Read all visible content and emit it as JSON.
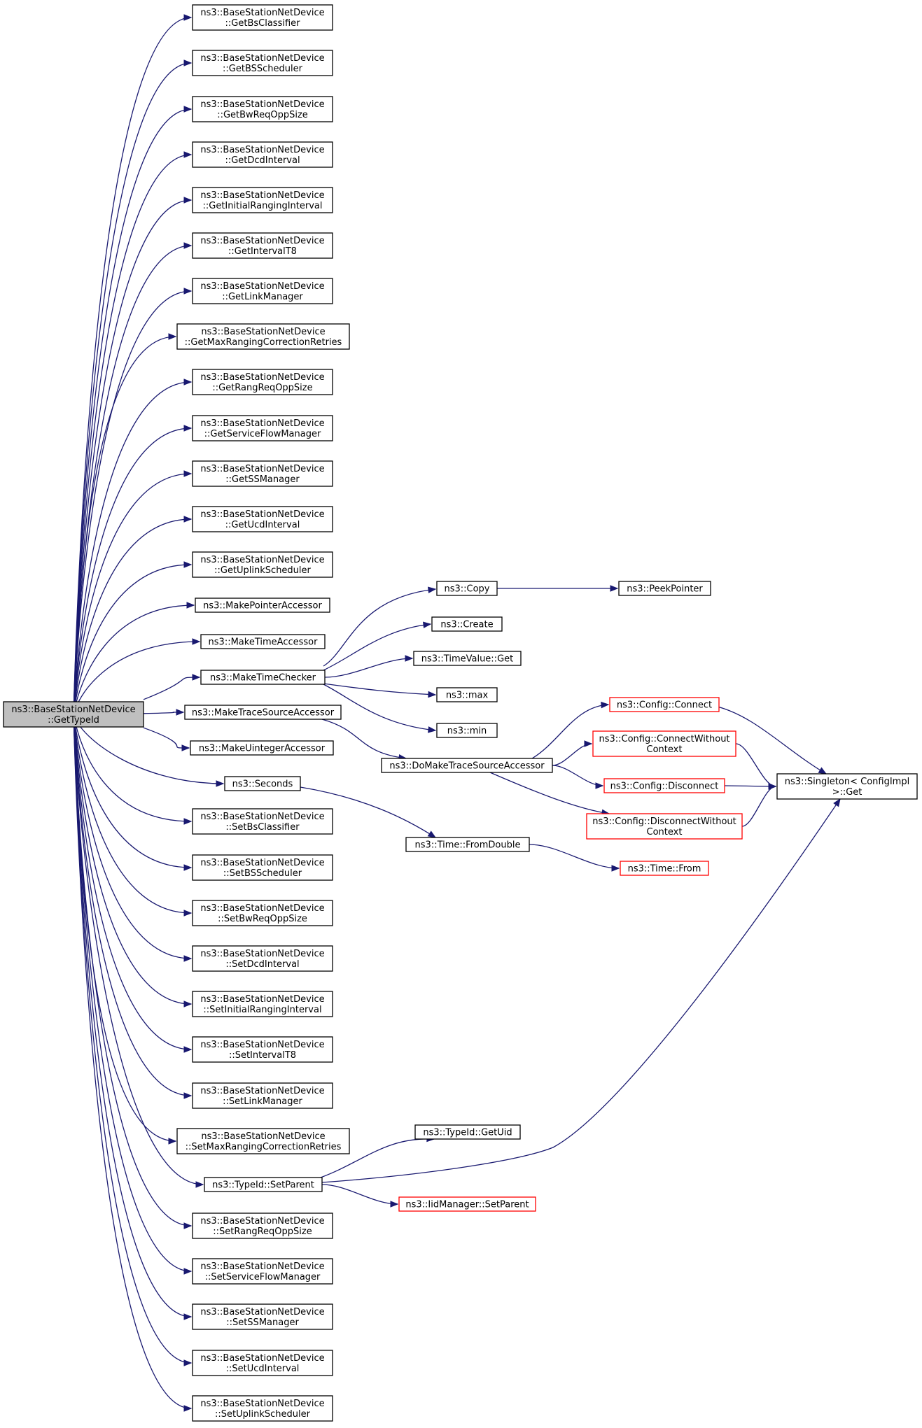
{
  "colors": {
    "edge": "#191970",
    "border": "#000000",
    "border_truncated": "#ff0000",
    "root_fill": "#bfbfbf",
    "fill": "#ffffff"
  },
  "root": {
    "line1": "ns3::BaseStationNetDevice",
    "line2": "::GetTypeId"
  },
  "nodes": [
    {
      "id": "getbsclassifier",
      "lines": [
        "ns3::BaseStationNetDevice",
        "::GetBsClassifier"
      ]
    },
    {
      "id": "getbsscheduler",
      "lines": [
        "ns3::BaseStationNetDevice",
        "::GetBSScheduler"
      ]
    },
    {
      "id": "getbwreqoppsize",
      "lines": [
        "ns3::BaseStationNetDevice",
        "::GetBwReqOppSize"
      ]
    },
    {
      "id": "getdcdinterval",
      "lines": [
        "ns3::BaseStationNetDevice",
        "::GetDcdInterval"
      ]
    },
    {
      "id": "getinitialranginginterval",
      "lines": [
        "ns3::BaseStationNetDevice",
        "::GetInitialRangingInterval"
      ]
    },
    {
      "id": "getintervalt8",
      "lines": [
        "ns3::BaseStationNetDevice",
        "::GetIntervalT8"
      ]
    },
    {
      "id": "getlinkmanager",
      "lines": [
        "ns3::BaseStationNetDevice",
        "::GetLinkManager"
      ]
    },
    {
      "id": "getmaxrangingcorrectionretries",
      "lines": [
        "ns3::BaseStationNetDevice",
        "::GetMaxRangingCorrectionRetries"
      ]
    },
    {
      "id": "getrangreqoppsize",
      "lines": [
        "ns3::BaseStationNetDevice",
        "::GetRangReqOppSize"
      ]
    },
    {
      "id": "getserviceflowmanager",
      "lines": [
        "ns3::BaseStationNetDevice",
        "::GetServiceFlowManager"
      ]
    },
    {
      "id": "getssmanager",
      "lines": [
        "ns3::BaseStationNetDevice",
        "::GetSSManager"
      ]
    },
    {
      "id": "getucdinterval",
      "lines": [
        "ns3::BaseStationNetDevice",
        "::GetUcdInterval"
      ]
    },
    {
      "id": "getuplinkscheduler",
      "lines": [
        "ns3::BaseStationNetDevice",
        "::GetUplinkScheduler"
      ]
    },
    {
      "id": "makepointeraccessor",
      "lines": [
        "ns3::MakePointerAccessor"
      ]
    },
    {
      "id": "maketimeaccessor",
      "lines": [
        "ns3::MakeTimeAccessor"
      ]
    },
    {
      "id": "maketimechecker",
      "lines": [
        "ns3::MakeTimeChecker"
      ]
    },
    {
      "id": "maketracesourceaccessor",
      "lines": [
        "ns3::MakeTraceSourceAccessor"
      ]
    },
    {
      "id": "makeuintegeraccessor",
      "lines": [
        "ns3::MakeUintegerAccessor"
      ]
    },
    {
      "id": "seconds",
      "lines": [
        "ns3::Seconds"
      ]
    },
    {
      "id": "setbsclassifier",
      "lines": [
        "ns3::BaseStationNetDevice",
        "::SetBsClassifier"
      ]
    },
    {
      "id": "setbsscheduler",
      "lines": [
        "ns3::BaseStationNetDevice",
        "::SetBSScheduler"
      ]
    },
    {
      "id": "setbwreqoppsize",
      "lines": [
        "ns3::BaseStationNetDevice",
        "::SetBwReqOppSize"
      ]
    },
    {
      "id": "setdcdinterval",
      "lines": [
        "ns3::BaseStationNetDevice",
        "::SetDcdInterval"
      ]
    },
    {
      "id": "setinitialranginginterval",
      "lines": [
        "ns3::BaseStationNetDevice",
        "::SetInitialRangingInterval"
      ]
    },
    {
      "id": "setintervalt8",
      "lines": [
        "ns3::BaseStationNetDevice",
        "::SetIntervalT8"
      ]
    },
    {
      "id": "setlinkmanager",
      "lines": [
        "ns3::BaseStationNetDevice",
        "::SetLinkManager"
      ]
    },
    {
      "id": "setmaxrangingcorrectionretries",
      "lines": [
        "ns3::BaseStationNetDevice",
        "::SetMaxRangingCorrectionRetries"
      ]
    },
    {
      "id": "typeid-setparent",
      "lines": [
        "ns3::TypeId::SetParent"
      ]
    },
    {
      "id": "setrangreqoppsize",
      "lines": [
        "ns3::BaseStationNetDevice",
        "::SetRangReqOppSize"
      ]
    },
    {
      "id": "setserviceflowmanager",
      "lines": [
        "ns3::BaseStationNetDevice",
        "::SetServiceFlowManager"
      ]
    },
    {
      "id": "setssmanager",
      "lines": [
        "ns3::BaseStationNetDevice",
        "::SetSSManager"
      ]
    },
    {
      "id": "setucdinterval",
      "lines": [
        "ns3::BaseStationNetDevice",
        "::SetUcdInterval"
      ]
    },
    {
      "id": "setuplinkscheduler",
      "lines": [
        "ns3::BaseStationNetDevice",
        "::SetUplinkScheduler"
      ]
    },
    {
      "id": "copy",
      "lines": [
        "ns3::Copy"
      ]
    },
    {
      "id": "create",
      "lines": [
        "ns3::Create"
      ]
    },
    {
      "id": "timevalue-get",
      "lines": [
        "ns3::TimeValue::Get"
      ]
    },
    {
      "id": "max",
      "lines": [
        "ns3::max"
      ]
    },
    {
      "id": "min",
      "lines": [
        "ns3::min"
      ]
    },
    {
      "id": "peekpointer",
      "lines": [
        "ns3::PeekPointer"
      ]
    },
    {
      "id": "domaketracesourceaccessor",
      "lines": [
        "ns3::DoMakeTraceSourceAccessor"
      ]
    },
    {
      "id": "time-fromdouble",
      "lines": [
        "ns3::Time::FromDouble"
      ]
    },
    {
      "id": "typeid-getuid",
      "lines": [
        "ns3::TypeId::GetUid"
      ]
    },
    {
      "id": "iidmanager-setparent",
      "lines": [
        "ns3::IidManager::SetParent"
      ],
      "truncated": true
    },
    {
      "id": "config-connect",
      "lines": [
        "ns3::Config::Connect"
      ],
      "truncated": true
    },
    {
      "id": "config-connectwithoutcontext",
      "lines": [
        "ns3::Config::ConnectWithout",
        "Context"
      ],
      "truncated": true
    },
    {
      "id": "config-disconnect",
      "lines": [
        "ns3::Config::Disconnect"
      ],
      "truncated": true
    },
    {
      "id": "config-disconnectwithoutcontext",
      "lines": [
        "ns3::Config::DisconnectWithout",
        "Context"
      ],
      "truncated": true
    },
    {
      "id": "time-from",
      "lines": [
        "ns3::Time::From"
      ],
      "truncated": true
    },
    {
      "id": "singleton-configimpl-get",
      "lines": [
        "ns3::Singleton< ConfigImpl",
        " >::Get"
      ]
    }
  ],
  "edges": [
    [
      "root",
      "getbsclassifier"
    ],
    [
      "root",
      "getbsscheduler"
    ],
    [
      "root",
      "getbwreqoppsize"
    ],
    [
      "root",
      "getdcdinterval"
    ],
    [
      "root",
      "getinitialranginginterval"
    ],
    [
      "root",
      "getintervalt8"
    ],
    [
      "root",
      "getlinkmanager"
    ],
    [
      "root",
      "getmaxrangingcorrectionretries"
    ],
    [
      "root",
      "getrangreqoppsize"
    ],
    [
      "root",
      "getserviceflowmanager"
    ],
    [
      "root",
      "getssmanager"
    ],
    [
      "root",
      "getucdinterval"
    ],
    [
      "root",
      "getuplinkscheduler"
    ],
    [
      "root",
      "makepointeraccessor"
    ],
    [
      "root",
      "maketimeaccessor"
    ],
    [
      "root",
      "maketimechecker"
    ],
    [
      "root",
      "maketracesourceaccessor"
    ],
    [
      "root",
      "makeuintegeraccessor"
    ],
    [
      "root",
      "seconds"
    ],
    [
      "root",
      "setbsclassifier"
    ],
    [
      "root",
      "setbsscheduler"
    ],
    [
      "root",
      "setbwreqoppsize"
    ],
    [
      "root",
      "setdcdinterval"
    ],
    [
      "root",
      "setinitialranginginterval"
    ],
    [
      "root",
      "setintervalt8"
    ],
    [
      "root",
      "setlinkmanager"
    ],
    [
      "root",
      "setmaxrangingcorrectionretries"
    ],
    [
      "root",
      "typeid-setparent"
    ],
    [
      "root",
      "setrangreqoppsize"
    ],
    [
      "root",
      "setserviceflowmanager"
    ],
    [
      "root",
      "setssmanager"
    ],
    [
      "root",
      "setucdinterval"
    ],
    [
      "root",
      "setuplinkscheduler"
    ],
    [
      "maketimechecker",
      "copy"
    ],
    [
      "maketimechecker",
      "create"
    ],
    [
      "maketimechecker",
      "timevalue-get"
    ],
    [
      "maketimechecker",
      "max"
    ],
    [
      "maketimechecker",
      "min"
    ],
    [
      "copy",
      "peekpointer"
    ],
    [
      "maketracesourceaccessor",
      "domaketracesourceaccessor"
    ],
    [
      "domaketracesourceaccessor",
      "config-connect"
    ],
    [
      "domaketracesourceaccessor",
      "config-connectwithoutcontext"
    ],
    [
      "domaketracesourceaccessor",
      "config-disconnect"
    ],
    [
      "domaketracesourceaccessor",
      "config-disconnectwithoutcontext"
    ],
    [
      "config-connect",
      "singleton-configimpl-get"
    ],
    [
      "config-connectwithoutcontext",
      "singleton-configimpl-get"
    ],
    [
      "config-disconnect",
      "singleton-configimpl-get"
    ],
    [
      "config-disconnectwithoutcontext",
      "singleton-configimpl-get"
    ],
    [
      "seconds",
      "time-fromdouble"
    ],
    [
      "time-fromdouble",
      "time-from"
    ],
    [
      "typeid-setparent",
      "typeid-getuid"
    ],
    [
      "typeid-setparent",
      "iidmanager-setparent"
    ],
    [
      "typeid-setparent",
      "singleton-configimpl-get"
    ]
  ]
}
